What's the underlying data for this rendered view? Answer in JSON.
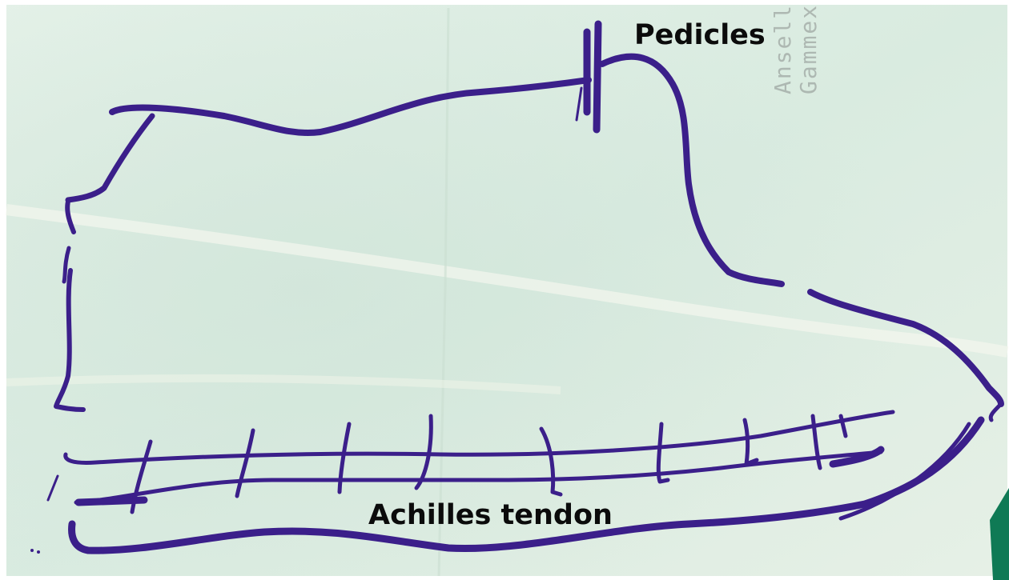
{
  "labels": {
    "pedicles": "Pedicles",
    "achilles_tendon": "Achilles tendon"
  },
  "stamp_text": [
    "Ansell",
    "Gammex"
  ],
  "colors": {
    "drape": "#dfeee4",
    "marker_ink": "#3b1f8a",
    "label_text": "#0b0b0b",
    "green_corner": "#0f7a55"
  }
}
